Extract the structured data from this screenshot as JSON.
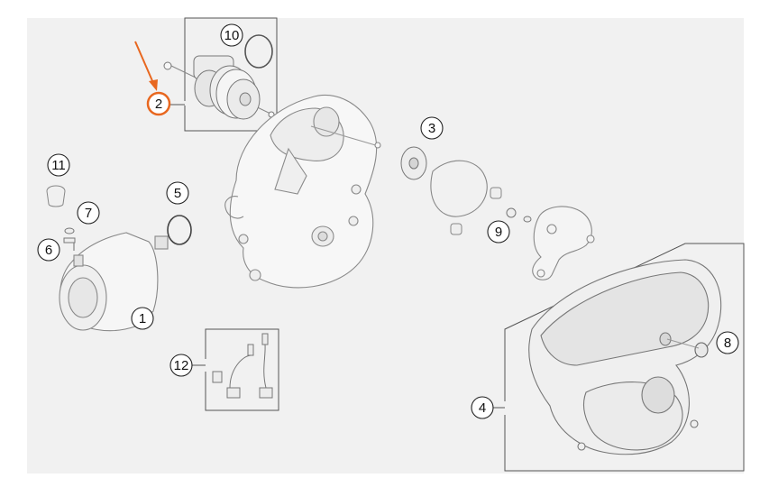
{
  "colors": {
    "background_panel": "#f1f1f1",
    "part_fill": "#f7f7f7",
    "part_stroke": "#8a8a8a",
    "frame_stroke": "#555555",
    "callout_stroke": "#222222",
    "highlight": "#e8671f"
  },
  "highlighted_callout": "2",
  "callouts": [
    {
      "id": "c1",
      "label": "1",
      "part": "starter-motor"
    },
    {
      "id": "c2",
      "label": "2",
      "part": "starter-gear-assembly"
    },
    {
      "id": "c3",
      "label": "3",
      "part": "water-pump-impeller"
    },
    {
      "id": "c4",
      "label": "4",
      "part": "clutch-cover"
    },
    {
      "id": "c5",
      "label": "5",
      "part": "o-ring"
    },
    {
      "id": "c6",
      "label": "6",
      "part": "nut"
    },
    {
      "id": "c7",
      "label": "7",
      "part": "washer"
    },
    {
      "id": "c8",
      "label": "8",
      "part": "washer"
    },
    {
      "id": "c9",
      "label": "9",
      "part": "water-pump-cover"
    },
    {
      "id": "c10",
      "label": "10",
      "part": "o-ring"
    },
    {
      "id": "c11",
      "label": "11",
      "part": "cap"
    },
    {
      "id": "c12",
      "label": "12",
      "part": "carbon-brush-set"
    }
  ]
}
